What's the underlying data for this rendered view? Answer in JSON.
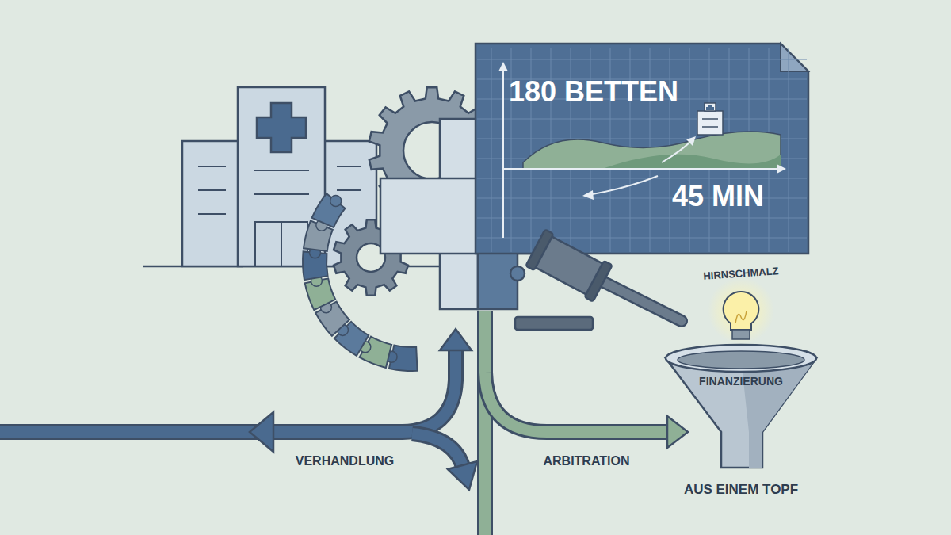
{
  "diagram": {
    "nodes": [
      {
        "text": [
          "180 BETTEN",
          "45 MIN"
        ]
      },
      {
        "text": [
          "FINANZIERUNG",
          "AUS EINEM TOPF"
        ]
      }
    ],
    "labels": [
      "HIRNSCHMALZ",
      "VERHANDLUNG",
      "ARBITRATION"
    ]
  }
}
